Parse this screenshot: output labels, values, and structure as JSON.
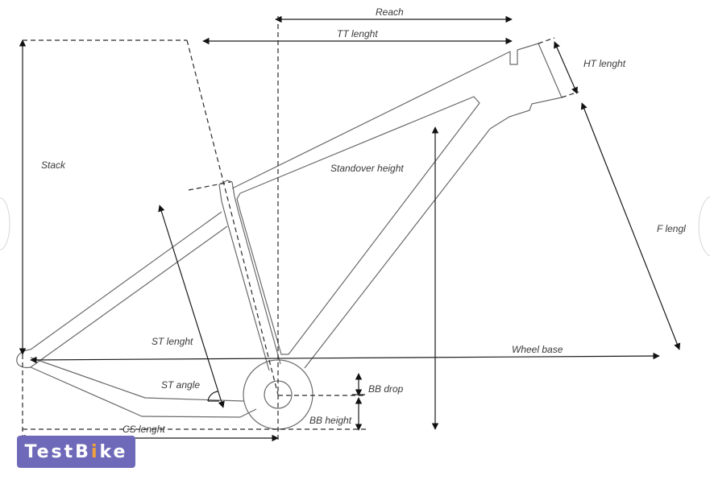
{
  "labels": {
    "reach": "Reach",
    "tt_length": "TT lenght",
    "ht_length": "HT lenght",
    "stack": "Stack",
    "standover_height": "Standover height",
    "fork_length_partial": "F lengl",
    "st_length": "ST lenght",
    "st_angle": "ST angle",
    "wheel_base": "Wheel base",
    "bb_drop": "BB drop",
    "bb_height": "BB height",
    "cs_length": "CS lenght"
  },
  "watermark": {
    "brand_left": "TestB",
    "brand_i": "i",
    "brand_right": "ke"
  },
  "colors": {
    "watermark_bg": "#6e6ab9",
    "watermark_accent": "#f2a23a"
  }
}
